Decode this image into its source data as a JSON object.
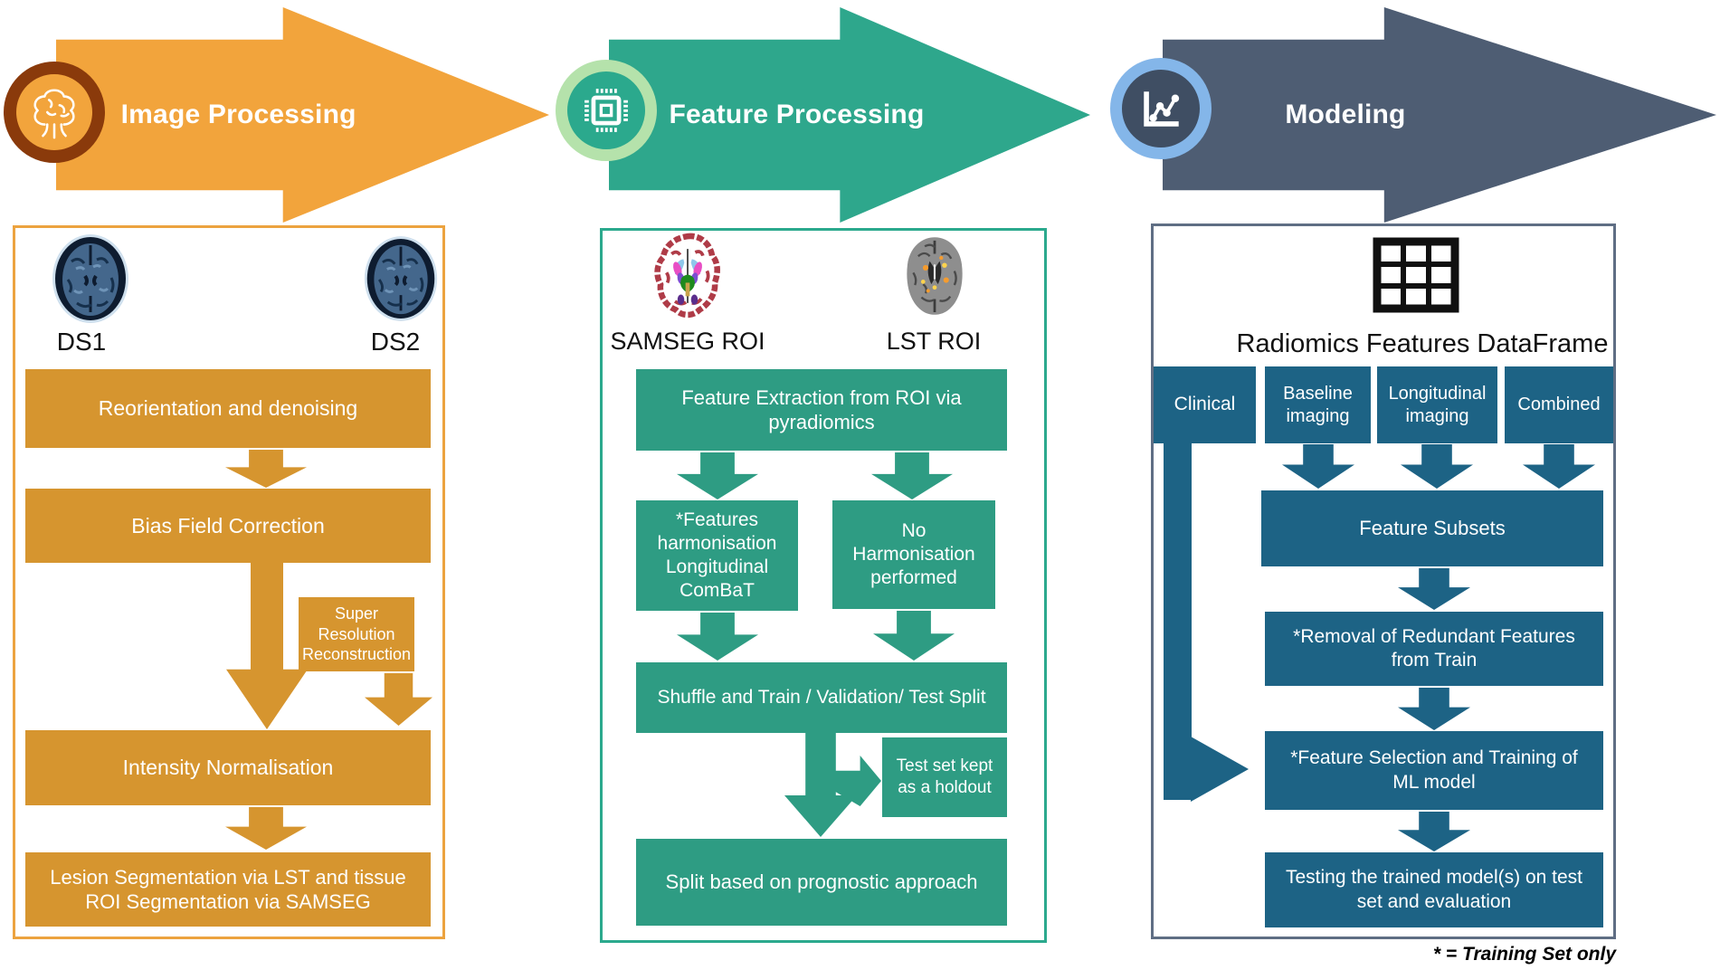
{
  "stages": {
    "image_processing": {
      "label": "Image Processing",
      "icon": "brain-icon",
      "arrow_color": "#F2A43C",
      "ring_color": "#8A3A0B"
    },
    "feature_processing": {
      "label": "Feature Processing",
      "icon": "chip-icon",
      "arrow_color": "#2EA78C",
      "ring_color": "#B5E2AB"
    },
    "modeling": {
      "label": "Modeling",
      "icon": "line-chart-icon",
      "arrow_color": "#4E5D73",
      "ring_color": "#84B6E9"
    }
  },
  "image_panel": {
    "input_ds1": "DS1",
    "input_ds2": "DS2",
    "reorientation": "Reorientation and denoising",
    "bias_field": "Bias Field Correction",
    "super_resolution": "Super Resolution Reconstruction",
    "intensity": "Intensity Normalisation",
    "lesion_segmentation": "Lesion Segmentation via LST and tissue ROI Segmentation via SAMSEG",
    "box_color": "#D6952F",
    "border_color": "#ECA33F"
  },
  "feature_panel": {
    "input_samseg": "SAMSEG ROI",
    "input_lst": "LST ROI",
    "extraction": "Feature Extraction from ROI via pyradiomics",
    "harmonisation": "*Features harmonisation Longitudinal ComBaT",
    "no_harmonisation": "No Harmonisation performed",
    "shuffle_split": "Shuffle and Train / Validation/ Test Split",
    "holdout": "Test set kept as a holdout",
    "prognostic_split": "Split based on prognostic approach",
    "box_color": "#2E9C83",
    "border_color": "#2BA98D"
  },
  "modeling_panel": {
    "title": "Radiomics Features DataFrame",
    "subset_clinical": "Clinical",
    "subset_baseline": "Baseline imaging",
    "subset_longitudinal": "Longitudinal imaging",
    "subset_combined": "Combined",
    "feature_subsets": "Feature Subsets",
    "redundant_removal": "*Removal of Redundant Features from Train",
    "feature_selection": "*Feature Selection and Training of ML model",
    "testing": "Testing the trained model(s) on test set and evaluation",
    "footnote": "* = Training Set only",
    "box_color": "#1D6385",
    "border_color": "#5F6E84"
  }
}
